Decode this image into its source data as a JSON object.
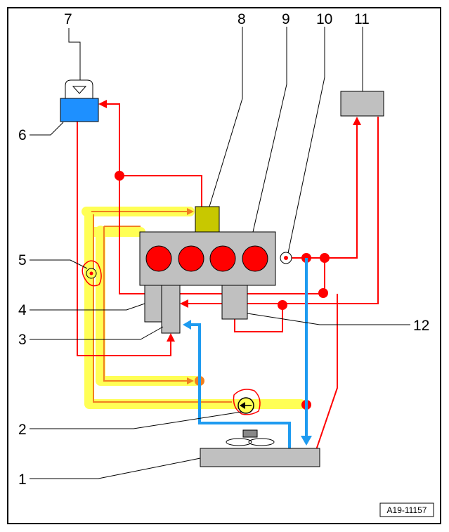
{
  "diagram": {
    "reference": "A19-11157",
    "callouts": [
      "1",
      "2",
      "3",
      "4",
      "5",
      "6",
      "7",
      "8",
      "9",
      "10",
      "11",
      "12"
    ]
  },
  "colors": {
    "red_line": "#ff0000",
    "red_fill": "#ff0000",
    "blue_line": "#1e9bf0",
    "highlight": "#ffff55",
    "flow_arrow": "#f08020",
    "expansion_tank": "#1e90ff",
    "component_grey": "#c0c0c0",
    "valve_olive": "#c8c800",
    "frame": "#000000"
  }
}
